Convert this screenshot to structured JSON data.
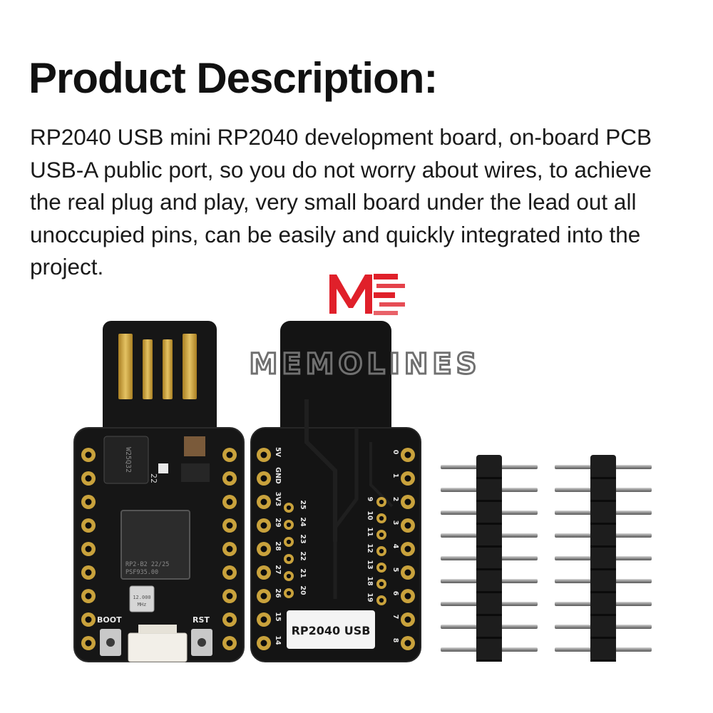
{
  "heading": "Product Description:",
  "description_lines": [
    "RP2040 USB mini RP2040 development board, on-board PCB",
    "USB-A public port, so you do not worry about wires, to achieve",
    "the real plug and play, very small board under the lead out all",
    "unoccupied pins, can be easily and quickly integrated into the",
    "project."
  ],
  "watermark": "MEMOLINES",
  "front_board": {
    "button_boot": "BOOT",
    "button_rst": "RST",
    "chip_marking": [
      "RP2-B2   22/25",
      "PSF935.00"
    ],
    "flash_marking": "W25Q32",
    "crystal_marking": [
      "12.000",
      "MHz"
    ],
    "component_label": "22"
  },
  "back_board": {
    "label": "RP2040 USB",
    "left_outer_pins": [
      "5V",
      "GND",
      "3V3",
      "29",
      "28",
      "27",
      "26",
      "15",
      "14"
    ],
    "left_inner_pins": [
      "25",
      "24",
      "23",
      "22",
      "21",
      "20"
    ],
    "right_inner_pins": [
      "9",
      "10",
      "11",
      "12",
      "13",
      "18",
      "19"
    ],
    "right_outer_pins": [
      "0",
      "1",
      "2",
      "3",
      "4",
      "5",
      "6",
      "7",
      "8"
    ]
  },
  "headers": {
    "count": 2,
    "pins_per_header": 9
  },
  "colors": {
    "pcb": "#151515",
    "gold": "#c9a23c",
    "logo_red": "#e0202a",
    "header_plastic": "#1d1d1d",
    "pin_metal": "#9a9a9a"
  }
}
